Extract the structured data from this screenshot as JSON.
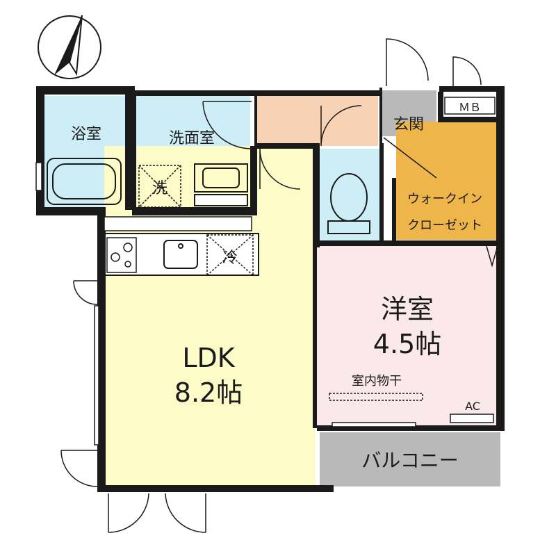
{
  "floorplan": {
    "compass": {
      "icon": "north-arrow-icon"
    },
    "rooms": {
      "bathroom": {
        "label": "浴室"
      },
      "washroom": {
        "label": "洗面室"
      },
      "washer": {
        "label": "洗"
      },
      "fridge": {
        "label": "冷"
      },
      "entrance": {
        "label": "玄関"
      },
      "meter_box": {
        "label": "ＭＢ"
      },
      "closet": {
        "label_line1": "ウォークイン",
        "label_line2": "クローゼット"
      },
      "western_room": {
        "label_line1": "洋室",
        "label_line2": "4.5帖"
      },
      "indoor_drying": {
        "label": "室内物干"
      },
      "aircon": {
        "label": "AC"
      },
      "ldk": {
        "label_line1": "LDK",
        "label_line2": "8.2帖"
      },
      "balcony": {
        "label": "バルコニー"
      }
    },
    "colors": {
      "wall": "#1a1a1a",
      "bathroom_fill": "#cdeef6",
      "hall_fill": "#f8d2b4",
      "ldk_fill": "#fdfbc8",
      "western_fill": "#fbe8ea",
      "closet_fill": "#eeb64a",
      "entrance_fill": "#b9b9b9",
      "balcony_fill": "#b9b9b9"
    }
  }
}
